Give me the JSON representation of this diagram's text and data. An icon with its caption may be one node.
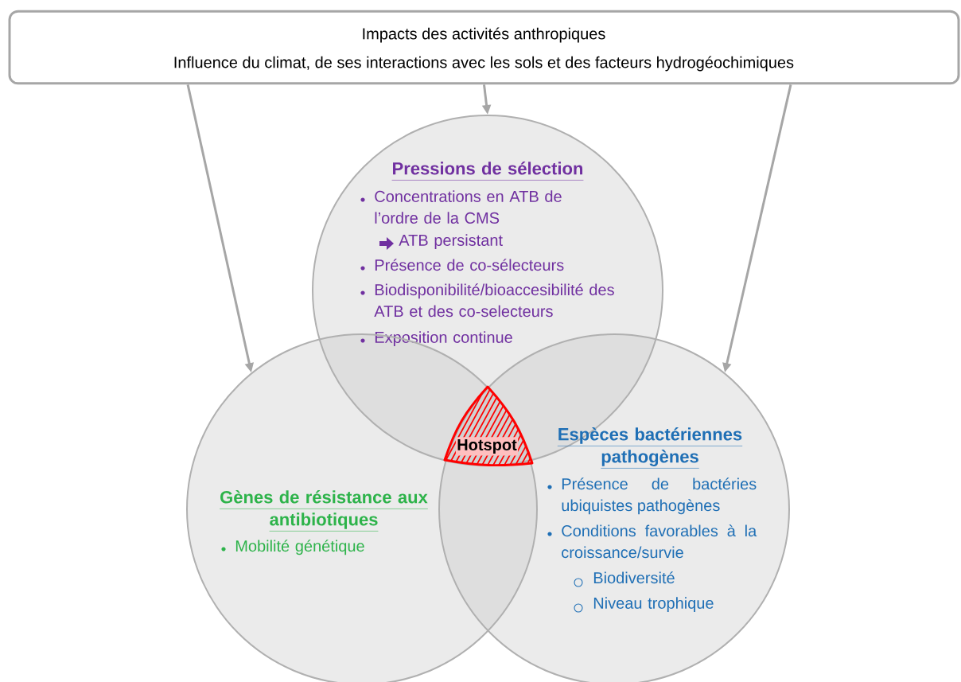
{
  "diagram": {
    "nodes": [
      {
        "text": [
          "Impacts des activités anthropiques",
          "Influence du climat, de ses interactions avec les sols et des facteurs hydrogéochimiques"
        ]
      },
      {
        "text": [
          "Pressions de sélection",
          "Concentrations en ATB de l’ordre de la CMS",
          "ATB persistant",
          "Présence de co-sélecteurs",
          "Biodisponibilité/bioaccesibilité des ATB et des co-selecteurs",
          "Exposition continue"
        ]
      },
      {
        "text": [
          "Gènes de résistance aux antibiotiques",
          "Mobilité génétique"
        ]
      },
      {
        "text": [
          "Espèces bactériennes pathogènes",
          "Présence de bactéries ubiquistes pathogènes",
          "Conditions favorables à la croissance/survie",
          "Biodiversité",
          "Niveau trophique"
        ]
      },
      {
        "text": [
          "Hotspot"
        ]
      }
    ],
    "edges": [
      {
        "from": 0,
        "to": 2,
        "arrow": "to"
      },
      {
        "from": 0,
        "to": 1,
        "arrow": "to"
      },
      {
        "from": 0,
        "to": 3,
        "arrow": "to"
      }
    ]
  }
}
